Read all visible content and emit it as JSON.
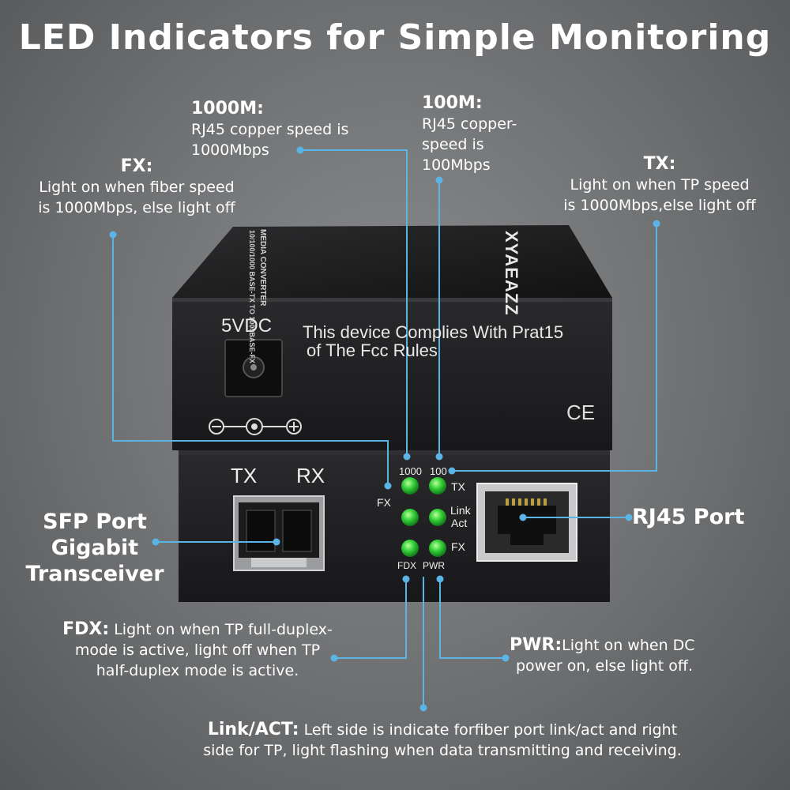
{
  "title": "LED Indicators for Simple Monitoring",
  "callouts": {
    "m1000": {
      "head": "1000M:",
      "line1": "RJ45 copper speed is",
      "line2": "1000Mbps"
    },
    "m100": {
      "head": "100M:",
      "line1": "RJ45 copper-",
      "line2": "speed is",
      "line3": "100Mbps"
    },
    "fx": {
      "head": "FX:",
      "line1": "Light on when fiber speed",
      "line2": "is 1000Mbps, else light off"
    },
    "tx": {
      "head": "TX:",
      "line1": "Light on when TP speed",
      "line2": "is 1000Mbps,else light off"
    },
    "fdx": {
      "head": "FDX:",
      "line1": "Light on when TP full-duplex-",
      "line2": "mode is active, light off when TP",
      "line3": "half-duplex mode is active."
    },
    "pwr": {
      "head": "PWR:",
      "line1": "Light on when DC",
      "line2": "power on, else light off."
    },
    "link": {
      "head": "Link/ACT:",
      "line1": "Left side is indicate forfiber port link/act and right",
      "line2": "side for TP, light flashing when data transmitting and receiving."
    }
  },
  "ports": {
    "sfp": {
      "line1": "SFP Port",
      "line2": "Gigabit",
      "line3": "Transceiver"
    },
    "rj45": "RJ45 Port"
  },
  "device": {
    "brand": "XYAEAZZ",
    "model_top": "MEDIA CONVERTER",
    "model_bottom": "10/100/1000 BASE-TX TO 1000BASE-FX",
    "power_label": "5VDC",
    "fcc_line1": "This device Complies With Prat15",
    "fcc_line2": "of The  Fcc  Rules",
    "ce_mark": "CE",
    "sfp_tx": "TX",
    "sfp_rx": "RX",
    "led_1000": "1000",
    "led_100": "100",
    "led_tx": "TX",
    "led_fx_left": "FX",
    "led_link": "Link",
    "led_act": "Act",
    "led_fx_right": "FX",
    "led_fdx": "FDX",
    "led_pwr": "PWR"
  },
  "colors": {
    "background": "#6e7072",
    "leader_line": "#5ab4e6",
    "led_green": "#35d13a",
    "device_body": "#1c1c1e"
  },
  "icons": [
    "power-jack-icon",
    "polarity-icon",
    "ce-mark-icon",
    "sfp-cage-icon",
    "rj45-jack-icon",
    "led-icon"
  ]
}
